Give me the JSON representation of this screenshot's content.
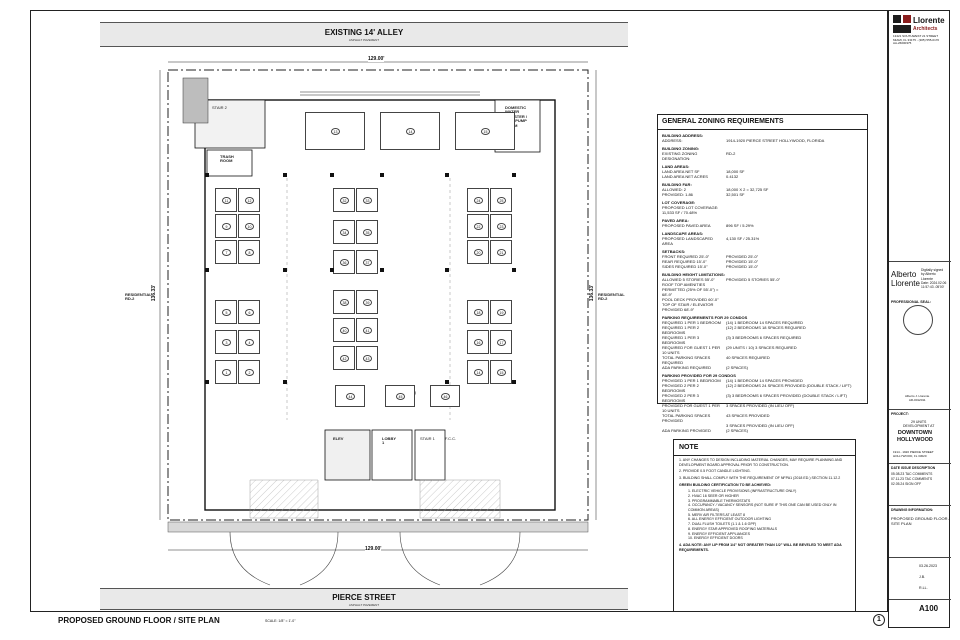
{
  "alley": {
    "name": "EXISTING 14' ALLEY",
    "sub": "ASPHALT PAVEMENT"
  },
  "street": {
    "name": "PIERCE STREET",
    "sub": "ASPHALT PAVEMENT"
  },
  "dims": {
    "top": "129.00'",
    "bottom": "129.00'",
    "left": "136.33'",
    "right": "136.33'"
  },
  "side_labels": {
    "left": "RESIDENTIAL\nRD-2",
    "right": "RESIDENTIAL\nRD-2"
  },
  "rooms": {
    "stair": "STAIR 2",
    "trash": "TRASH\nROOM",
    "domestic": "DOMESTIC\nWATER\nBOOSTER /\nFIRE PUMP\nROOM",
    "elev": "ELEV",
    "lobby": "LOBBY\n1",
    "stair1": "STAIR 1",
    "fcc": "F.C.C."
  },
  "stalls": [
    "1",
    "2",
    "3",
    "4",
    "5",
    "6",
    "7",
    "8",
    "9",
    "10",
    "11",
    "12",
    "13",
    "14",
    "15",
    "16",
    "17",
    "18",
    "19",
    "20",
    "21",
    "22",
    "23",
    "24",
    "25",
    "26",
    "27",
    "28",
    "29",
    "30",
    "31",
    "32",
    "33",
    "34",
    "35",
    "36",
    "37",
    "38",
    "39",
    "40",
    "41",
    "42",
    "43",
    "44",
    "45",
    "46"
  ],
  "zoning": {
    "title": "GENERAL ZONING REQUIREMENTS",
    "sections": [
      {
        "head": "BUILDING ADDRESS:",
        "rows": [
          [
            "ADDRESS:",
            "1914-1920 PIERCE STREET HOLLYWOOD, FLORIDA"
          ]
        ]
      },
      {
        "head": "BUILDING ZONING:",
        "rows": [
          [
            "EXISTING ZONING DESIGNATION:",
            "RD-2"
          ]
        ]
      },
      {
        "head": "LAND AREAS:",
        "rows": [
          [
            "LAND AREA NET SF",
            "18,000 SF"
          ],
          [
            "LAND AREA NET ACRES",
            "0.4132"
          ]
        ]
      },
      {
        "head": "BUILDING FAR:",
        "rows": [
          [
            "ALLOWED: 2",
            "18,000 X 2 = 32,725 SF"
          ],
          [
            "PROVIDED: 1.86",
            "32,501 SF"
          ]
        ]
      },
      {
        "head": "LOT COVERAGE:",
        "rows": [
          [
            "PROPOSED LOT COVERAGE: 11,533 SF / 70.48%",
            ""
          ]
        ]
      },
      {
        "head": "PAVED AREA:",
        "rows": [
          [
            "PROPOSED PAVED AREA",
            "896 SF / 5.29%"
          ]
        ]
      },
      {
        "head": "LANDSCAPE AREAS:",
        "rows": [
          [
            "PROPOSED LANDSCAPED AREA",
            "4,130 SF / 25.31%"
          ]
        ]
      },
      {
        "head": "SETBACKS:",
        "rows": [
          [
            "FRONT REQUIRED  25'-0\"",
            "PROVIDED 25'-0\""
          ],
          [
            "REAR REQUIRED  15'-0\"",
            "PROVIDED 15'-0\""
          ],
          [
            "SIDES REQUIRED  15'-0\"",
            "PROVIDED 15'-0\""
          ]
        ]
      },
      {
        "head": "BUILDING HEIGHT LIMITATIONS:",
        "rows": [
          [
            "ALLOWED 5 STORIES 55'-0\"",
            "PROVIDED 5 STORIES 55'-0\""
          ],
          [
            "ROOF TOP AMENITIES PERMITTED (25% OF 55'-0\") = 68'-9\"",
            ""
          ],
          [
            "POOL DECK PROVIDED 60'-0\"",
            ""
          ],
          [
            "TOP OF STAIR / ELEVATOR PROVIDED 68'-9\"",
            ""
          ]
        ]
      },
      {
        "head": "PARKING REQUIREMENTS FOR 29 CONDOS",
        "rows": [
          [
            "REQUIRED 1 PER 1 BEDROOM",
            "(14) 1 BEDROOM   14 SPACES REQUIRED"
          ],
          [
            "REQUIRED 1 PER 2 BEDROOMS",
            "(12) 2 BEDROOMS   18 SPACES REQUIRED"
          ],
          [
            "REQUIRED 1 PER 3 BEDROOMS",
            "(3) 3 BEDROOMS   6 SPACES REQUIRED"
          ],
          [
            "REQUIRED FOR GUEST 1 PER 10 UNITS",
            "(29 UNITS / 10)   3 SPACES REQUIRED"
          ],
          [
            "TOTAL PARKING SPACES REQUIRED",
            "40 SPACES REQUIRED"
          ],
          [
            "ADA PARKING REQUIRED",
            "(2 SPACES)"
          ]
        ]
      },
      {
        "head": "PARKING PROVIDED FOR 29 CONDOS",
        "rows": [
          [
            "PROVIDED 1 PER 1 BEDROOM",
            "(14) 1 BEDROOM   14 SPACES PROVIDED"
          ],
          [
            "PROVIDED 2 PER 2 BEDROOMS",
            "(12) 2 BEDROOMS   24 SPACES PROVIDED (DOUBLE STACK / LIFT)"
          ],
          [
            "PROVIDED 2 PER 3 BEDROOMS",
            "(3) 3 BEDROOMS   6 SPACES PROVIDED (DOUBLE STACK / LIFT)"
          ],
          [
            "PROVIDED FOR GUEST 1 PER 10 UNITS",
            "3 SPACES PROVIDED (IN LIEU OFF)"
          ],
          [
            "TOTAL PARKING SPACES PROVIDED",
            "43 SPACES PROVIDED"
          ],
          [
            "",
            "3 SPACES PROVIDED (IN LIEU OFF)"
          ],
          [
            "ADA PARKING PROVIDED",
            "(2 SPACES)"
          ]
        ]
      }
    ]
  },
  "note": {
    "title": "NOTE",
    "items": [
      "1.  ANY CHANGES TO DESIGN INCLUDING MATERIAL CHANGES, MAY REQUIRE PLANNING AND DEVELOPMENT BOARD APPROVAL PRIOR TO CONSTRUCTION.",
      "2.  PROVIDE 0.5 FOOT CANDLE LIGHTING.",
      "3.  BUILDING SHALL COMPLY WITH THE REQUIREMENT OF NFPA1 (2018 ED.) SECTION 11.12.2"
    ],
    "green_head": "GREEN BUILDING CERTIFICATION TO BE ACHIEVED:",
    "green": [
      "1. ELECTRIC VEHICLE PROVISIONS (INFRASTRUCTURE ONLY)",
      "2. HVAC 16 SEER OR HIGHER",
      "3. PROGRAMMABLE THERMOSTATS",
      "4. OCCUPANCY / VACANCY SENSORS (NOT SURE IF THIS ONE CAN BE USED ONLY IN COMMON AREAS)",
      "5. MERV AIR FILTERS AT LEAST 8",
      "6. ALL ENERGY EFFICIENT OUTDOOR LIGHTING",
      "7. DUAL FLUSH TOILETS (1.1 & 1.6 GPF)",
      "8. ENERGY STAR APPROVED ROOFING MATERIALS",
      "9. ENERGY EFFICIENT APPLIANCES",
      "10. ENERGY EFFICIENT DOORS"
    ],
    "ada": "4.  ADA NOTE: ANY LIP FROM 1/4\" NOT GREATER THAN 1/2\" WILL BE BEVELED TO MEET ADA REQUIREMENTS."
  },
  "titleblock": {
    "firm": "Llorente",
    "firm2": "Architects",
    "address": "13421 SOUTHWEST 21 STREET\nMIAMI, FL 33175 - (305) 555-0170\nAA-26000375",
    "sig_name": "Alberto\nLlorente",
    "sig_text": "Digitally signed\nby Alberto\nLlorente\nDate: 2024.02.06\n11:57:43 -05'00'",
    "seal_label": "PROFESSIONAL SEAL:",
    "seal_name": "Alberto J. Llorente\nAR-0012011",
    "project_label": "PROJECT:",
    "project": "DOWNTOWN\nHOLLYWOOD",
    "project_small": "29 UNITS\nDEVELOPMENT AT",
    "project_addr": "1914 - 1920 PIERCE STREET\nHOLLYWOOD, FL 33020",
    "rev_head": "DATE   ISSUE DESCRIPTION",
    "revs": [
      "05.08.23  TAC COMMENTS",
      "07.11.23  TAC COMMENTS",
      "02.05.24  SIGN OFF"
    ],
    "drawing_label": "DRAWING INFORMATION:",
    "drawing_title": "PROPOSED GROUND FLOOR /\nSITE PLAN",
    "date": "03.26.2023",
    "drawn": "J.B.",
    "checked": "R.LL.",
    "sheet": "A100"
  },
  "footer": {
    "num": "1",
    "title": "PROPOSED GROUND FLOOR / SITE PLAN",
    "scale": "SCALE: 1/8\" = 1'-0\""
  }
}
